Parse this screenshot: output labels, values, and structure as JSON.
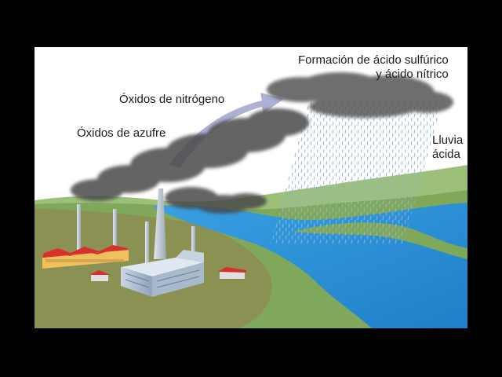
{
  "labels": {
    "formation_line1": "Formación de ácido sulfúrico",
    "formation_line2": "y ácido nítrico",
    "nitrogen_oxides": "Óxidos de nitrógeno",
    "sulfur_oxides": "Óxidos de azufre",
    "rain_line1": "Lluvia",
    "rain_line2": "ácida"
  },
  "colors": {
    "background": "#000000",
    "sky": "#ffffff",
    "land": "#7fa85a",
    "river": "#2a8fd6",
    "smoke": "#4a4a4a",
    "arrow": "#a6a8cf",
    "roof": "#d9302a"
  }
}
